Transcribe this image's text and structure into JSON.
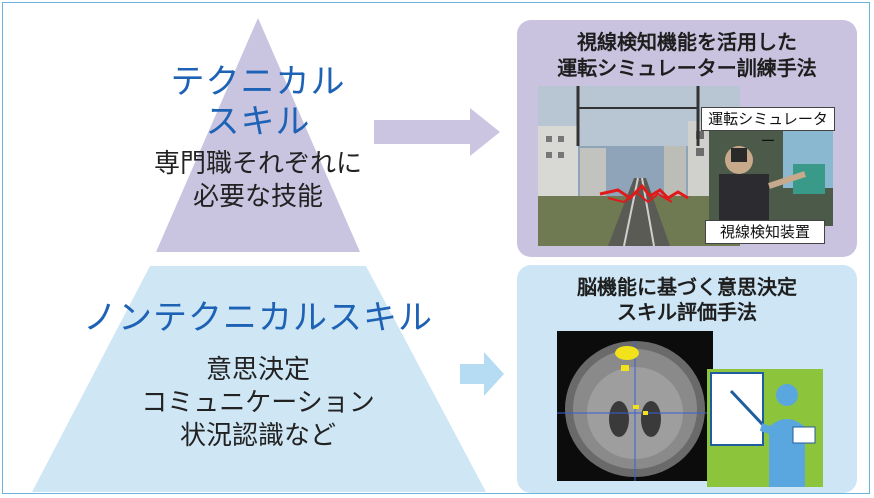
{
  "pyramid": {
    "top": {
      "title_line1": "テクニカル",
      "title_line2": "スキル",
      "desc_line1": "専門職それぞれに",
      "desc_line2": "必要な技能"
    },
    "bottom": {
      "title": "ノンテクニカルスキル",
      "desc_line1": "意思決定",
      "desc_line2": "コミュニケーション",
      "desc_line3": "状況認識など"
    }
  },
  "panels": {
    "top": {
      "title_line1": "視線検知機能を活用した",
      "title_line2": "運転シミュレーター訓練手法",
      "simulator_label": "運転シミュレーター",
      "gaze_device_label": "視線検知装置"
    },
    "bottom": {
      "title_line1": "脳機能に基づく意思決定",
      "title_line2": "スキル評価手法"
    }
  },
  "colors": {
    "top_triangle": "#c9c4e0",
    "bottom_trapezoid": "#cfe6f5",
    "top_panel": "#c9c3df",
    "bottom_panel": "#cde5f4",
    "top_arrow": "#cbc5e2",
    "bottom_arrow": "#b5dcf3",
    "title_blue": "#1d62b5"
  }
}
